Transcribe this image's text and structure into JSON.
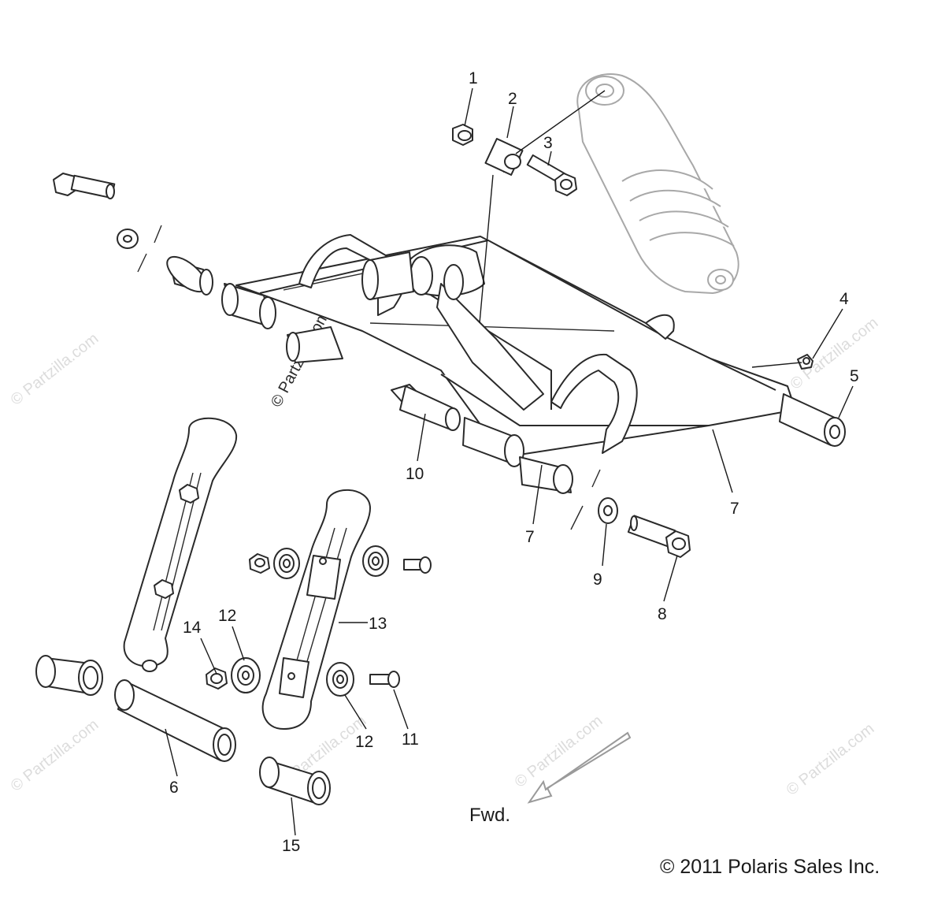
{
  "callouts": [
    "1",
    "2",
    "3",
    "4",
    "5",
    "6",
    "7",
    "7",
    "8",
    "9",
    "10",
    "11",
    "12",
    "12",
    "13",
    "14",
    "15"
  ],
  "direction_label": "Fwd.",
  "copyright": "© 2011 Polaris Sales Inc.",
  "watermark": "© Partzilla.com",
  "colors": {
    "line": "#2a2a2a",
    "shock": "#a8a8a8",
    "watermark": "#dcdcdc"
  }
}
